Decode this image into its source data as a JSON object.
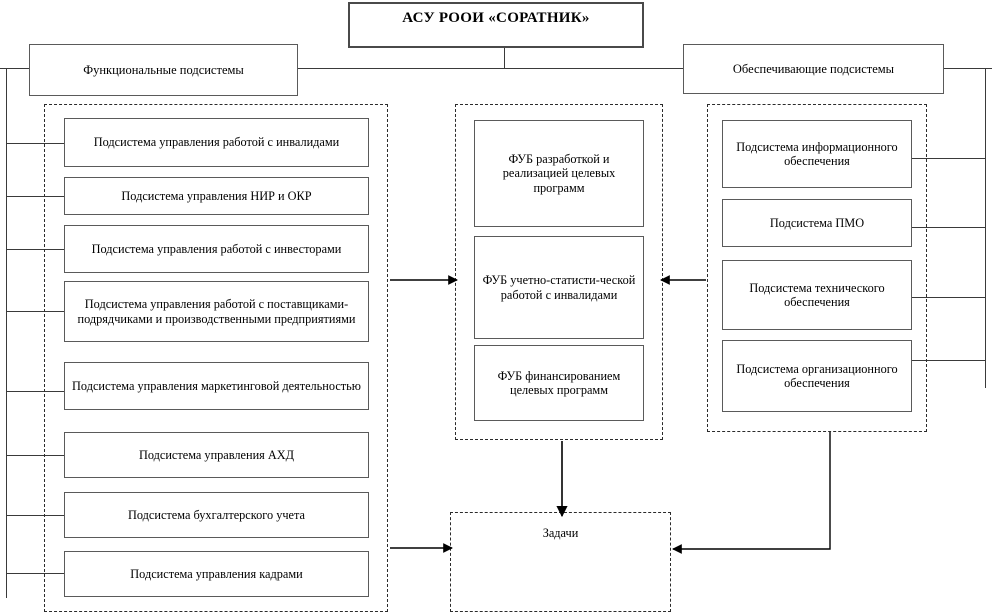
{
  "diagram": {
    "title": "АСУ РООИ «СОРАТНИК»",
    "headers": {
      "functional": "Функциональные подсистемы",
      "supporting": "Обеспечивающие подсистемы"
    },
    "functional_subsystems": [
      "Подсистема управления работой с инвалидами",
      "Подсистема управления НИР и ОКР",
      "Подсистема управления работой с инвесторами",
      "Подсистема управления работой с поставщиками-подрядчиками и производственными предприятиями",
      "Подсистема управления маркетинговой деятельностью",
      "Подсистема управления АХД",
      "Подсистема бухгалтерского учета",
      "Подсистема управления кадрами"
    ],
    "fub_blocks": [
      "ФУБ разработкой и реализацией целевых программ",
      "ФУБ учетно-статисти-ческой работой с инвалидами",
      "ФУБ финансированием целевых программ"
    ],
    "supporting_subsystems": [
      "Подсистема информационного обеспечения",
      "Подсистема ПМО",
      "Подсистема технического обеспечения",
      "Подсистема организационного обеспечения"
    ],
    "tasks": "Задачи",
    "colors": {
      "stroke": "#5a5a5a",
      "dashed": "#2b2b2b",
      "text": "#000000",
      "background": "#ffffff"
    }
  }
}
